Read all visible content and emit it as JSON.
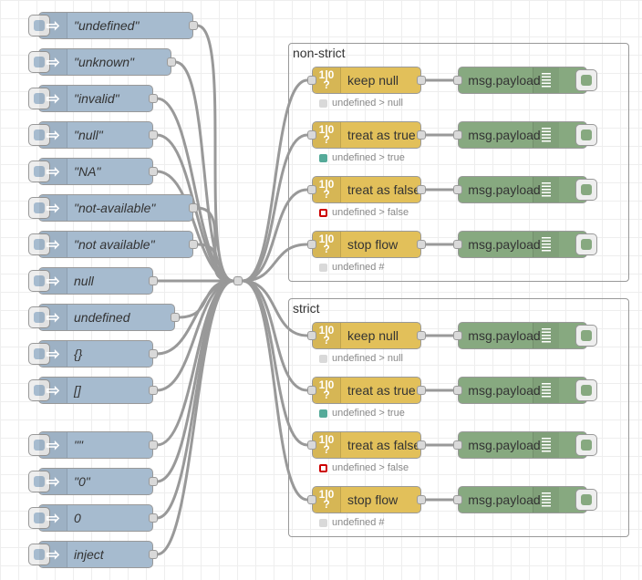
{
  "injects": [
    {
      "label": "\"undefined\""
    },
    {
      "label": "\"unknown\""
    },
    {
      "label": "\"invalid\""
    },
    {
      "label": "\"null\""
    },
    {
      "label": "\"NA\""
    },
    {
      "label": "\"not-available\""
    },
    {
      "label": "\"not available\""
    },
    {
      "label": "null"
    },
    {
      "label": "undefined"
    },
    {
      "label": "{}"
    },
    {
      "label": "[]"
    },
    {
      "label": "\"\""
    },
    {
      "label": "\"0\""
    },
    {
      "label": "0"
    },
    {
      "label": "inject"
    }
  ],
  "groups": [
    {
      "label": "non-strict",
      "rows": [
        {
          "switch_label": "keep null",
          "debug_label": "msg.payload",
          "status_dot": "grey",
          "status_text": "undefined > null"
        },
        {
          "switch_label": "treat as true",
          "debug_label": "msg.payload",
          "status_dot": "green",
          "status_text": "undefined > true"
        },
        {
          "switch_label": "treat as false",
          "debug_label": "msg.payload",
          "status_dot": "red",
          "status_text": "undefined > false"
        },
        {
          "switch_label": "stop flow",
          "debug_label": "msg.payload",
          "status_dot": "grey",
          "status_text": "undefined #"
        }
      ]
    },
    {
      "label": "strict",
      "rows": [
        {
          "switch_label": "keep null",
          "debug_label": "msg.payload",
          "status_dot": "grey",
          "status_text": "undefined > null"
        },
        {
          "switch_label": "treat as true",
          "debug_label": "msg.payload",
          "status_dot": "green",
          "status_text": "undefined > true"
        },
        {
          "switch_label": "treat as false",
          "debug_label": "msg.payload",
          "status_dot": "red",
          "status_text": "undefined > false"
        },
        {
          "switch_label": "stop flow",
          "debug_label": "msg.payload",
          "status_dot": "grey",
          "status_text": "undefined #"
        }
      ]
    }
  ],
  "icons": {
    "inject": "arrow-right-icon",
    "switch": "switch-icon",
    "debug": "list-icon"
  },
  "switch_icon_text": {
    "top": "1|0",
    "bottom": "?"
  },
  "colors": {
    "inject": "#a6bbcf",
    "switch": "#e2c05a",
    "debug": "#87a980",
    "wire": "#999999"
  }
}
